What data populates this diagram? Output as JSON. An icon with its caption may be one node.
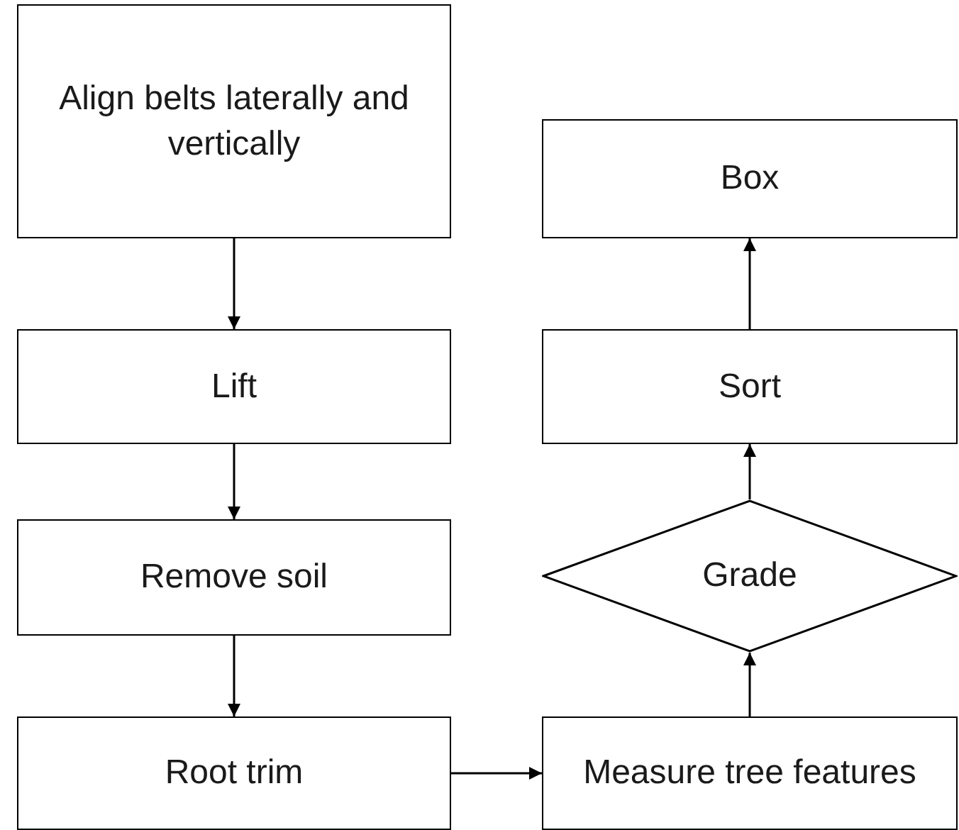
{
  "diagram": {
    "nodes": [
      {
        "text": [
          "Align belts laterally and vertically"
        ]
      },
      {
        "text": [
          "Lift"
        ]
      },
      {
        "text": [
          "Remove soil"
        ]
      },
      {
        "text": [
          "Root trim"
        ]
      },
      {
        "text": [
          "Box"
        ]
      },
      {
        "text": [
          "Sort"
        ]
      },
      {
        "text": [
          "Grade"
        ]
      },
      {
        "text": [
          "Measure tree features"
        ]
      }
    ],
    "edges": [
      {
        "from": 0,
        "to": 1,
        "arrow": "to"
      },
      {
        "from": 1,
        "to": 2,
        "arrow": "to"
      },
      {
        "from": 2,
        "to": 3,
        "arrow": "to"
      },
      {
        "from": 3,
        "to": 7,
        "arrow": "to"
      },
      {
        "from": 7,
        "to": 6,
        "arrow": "to"
      },
      {
        "from": 6,
        "to": 5,
        "arrow": "to"
      },
      {
        "from": 5,
        "to": 4,
        "arrow": "to"
      }
    ]
  }
}
